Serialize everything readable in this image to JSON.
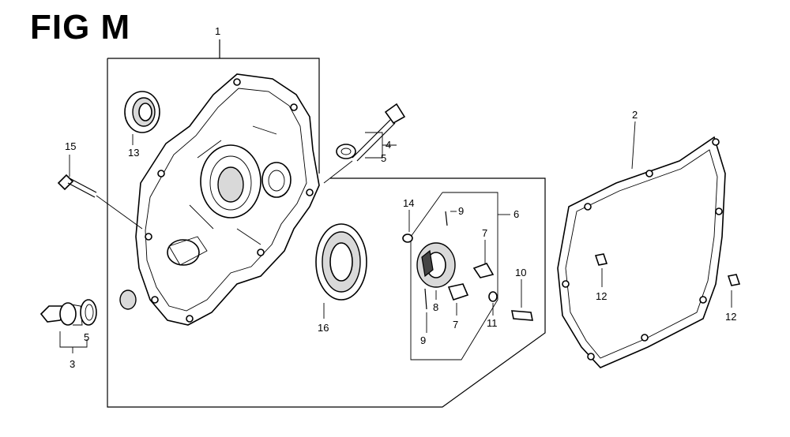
{
  "figure": {
    "title": "FIG M"
  },
  "callouts": {
    "c1": "1",
    "c2": "2",
    "c3": "3",
    "c4": "4",
    "c5a": "5",
    "c5b": "5",
    "c6": "6",
    "c7a": "7",
    "c7b": "7",
    "c8": "8",
    "c9a": "9",
    "c9b": "9",
    "c10": "10",
    "c11": "11",
    "c12a": "12",
    "c12b": "12",
    "c13": "13",
    "c14": "14",
    "c15": "15",
    "c16": "16"
  }
}
